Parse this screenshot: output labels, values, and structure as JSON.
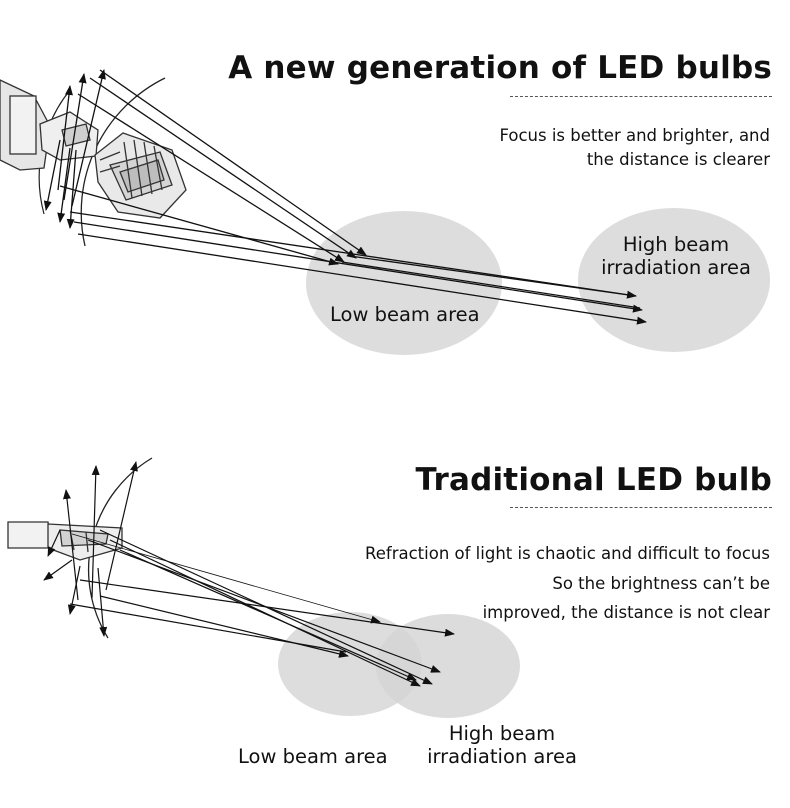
{
  "top": {
    "heading": "A new generation of LED bulbs",
    "description_lines": [
      "Focus is better and brighter, and",
      "the distance is clearer"
    ],
    "low_beam_label": "Low beam area",
    "high_beam_label_lines": [
      "High beam",
      "irradiation area"
    ]
  },
  "bottom": {
    "heading": "Traditional LED bulb",
    "description_lines": [
      "Refraction of light is chaotic and difficult to focus",
      "So the brightness can’t be",
      "improved, the distance is not clear"
    ],
    "low_beam_label": "Low beam area",
    "high_beam_label_lines": [
      "High beam",
      "irradiation area"
    ]
  },
  "colors": {
    "beam_area": "#dddddd",
    "text": "#111111",
    "lines": "#222222"
  }
}
